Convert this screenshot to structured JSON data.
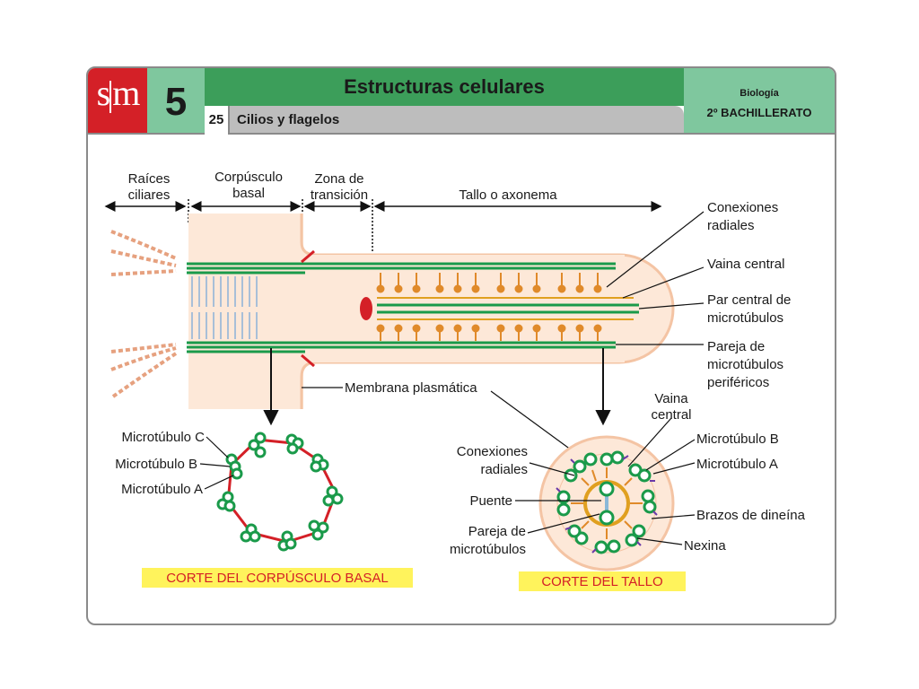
{
  "header": {
    "logo": "sm",
    "unit_number": "5",
    "title": "Estructuras celulares",
    "section_number": "25",
    "section_title": "Cilios y flagelos",
    "subject": "Biología",
    "level": "2º BACHILLERATO"
  },
  "regions": {
    "roots": [
      "Raíces",
      "ciliares"
    ],
    "basal_body": [
      "Corpúsculo",
      "basal"
    ],
    "transition": [
      "Zona de",
      "transición"
    ],
    "axoneme": "Tallo o axonema"
  },
  "labels": {
    "radial_connections": [
      "Conexiones",
      "radiales"
    ],
    "central_sheath": "Vaina central",
    "central_pair": [
      "Par central de",
      "microtúbulos"
    ],
    "peripheral_pair": [
      "Pareja de",
      "microtúbulos",
      "periféricos"
    ],
    "plasma_membrane": "Membrana plasmática"
  },
  "basal_section": {
    "microtubule_c": "Microtúbulo C",
    "microtubule_b": "Microtúbulo B",
    "microtubule_a": "Microtúbulo A",
    "caption": "CORTE DEL CORPÚSCULO BASAL"
  },
  "shaft_section": {
    "central_sheath": [
      "Vaina",
      "central"
    ],
    "radial_connections": [
      "Conexiones",
      "radiales"
    ],
    "bridge": "Puente",
    "pair": [
      "Pareja de",
      "microtúbulos"
    ],
    "microtubule_b": "Microtúbulo B",
    "microtubule_a": "Microtúbulo A",
    "dynein_arms": "Brazos de dineína",
    "nexin": "Nexina",
    "caption": "CORTE DEL TALLO"
  },
  "colors": {
    "green_dark": "#1a9a4a",
    "red": "#d42027",
    "orange": "#e08a2a",
    "caption_bg": "#fff35c",
    "caption_text": "#d42027"
  }
}
